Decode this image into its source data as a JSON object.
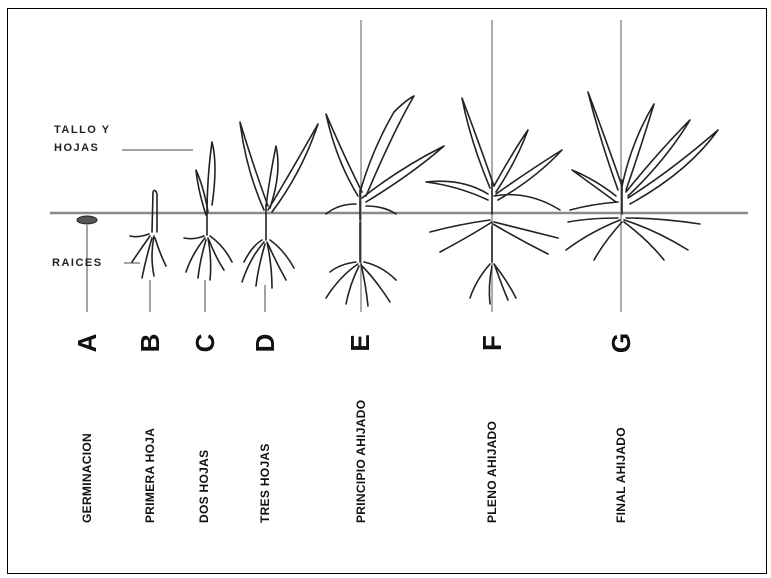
{
  "labels": {
    "stem_leaves_line1": "TALLO Y",
    "stem_leaves_line2": "HOJAS",
    "roots": "RAICES"
  },
  "stages": [
    {
      "letter": "A",
      "name": "GERMINACION"
    },
    {
      "letter": "B",
      "name": "PRIMERA HOJA"
    },
    {
      "letter": "C",
      "name": "DOS HOJAS"
    },
    {
      "letter": "D",
      "name": "TRES HOJAS"
    },
    {
      "letter": "E",
      "name": "PRINCIPIO AHIJADO"
    },
    {
      "letter": "F",
      "name": "PLENO AHIJADO"
    },
    {
      "letter": "G",
      "name": "FINAL AHIJADO"
    }
  ],
  "colors": {
    "ink": "#222222",
    "ground": "#8a8a8a"
  }
}
